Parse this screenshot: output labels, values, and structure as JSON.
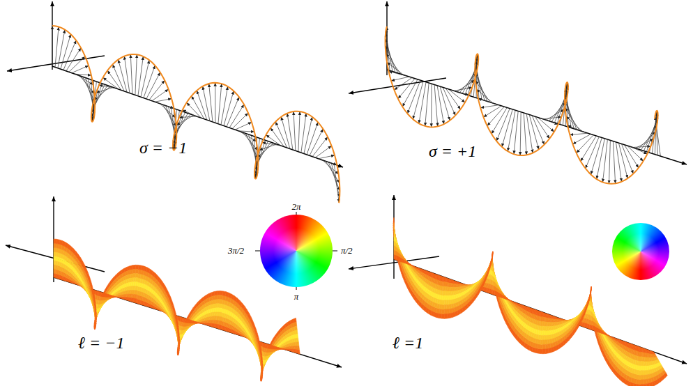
{
  "diagram": {
    "labels": [
      "σ = −1",
      "σ = +1",
      "2π",
      "3π/2",
      "π/2",
      "π",
      "ℓ = −1",
      "ℓ =1"
    ]
  }
}
